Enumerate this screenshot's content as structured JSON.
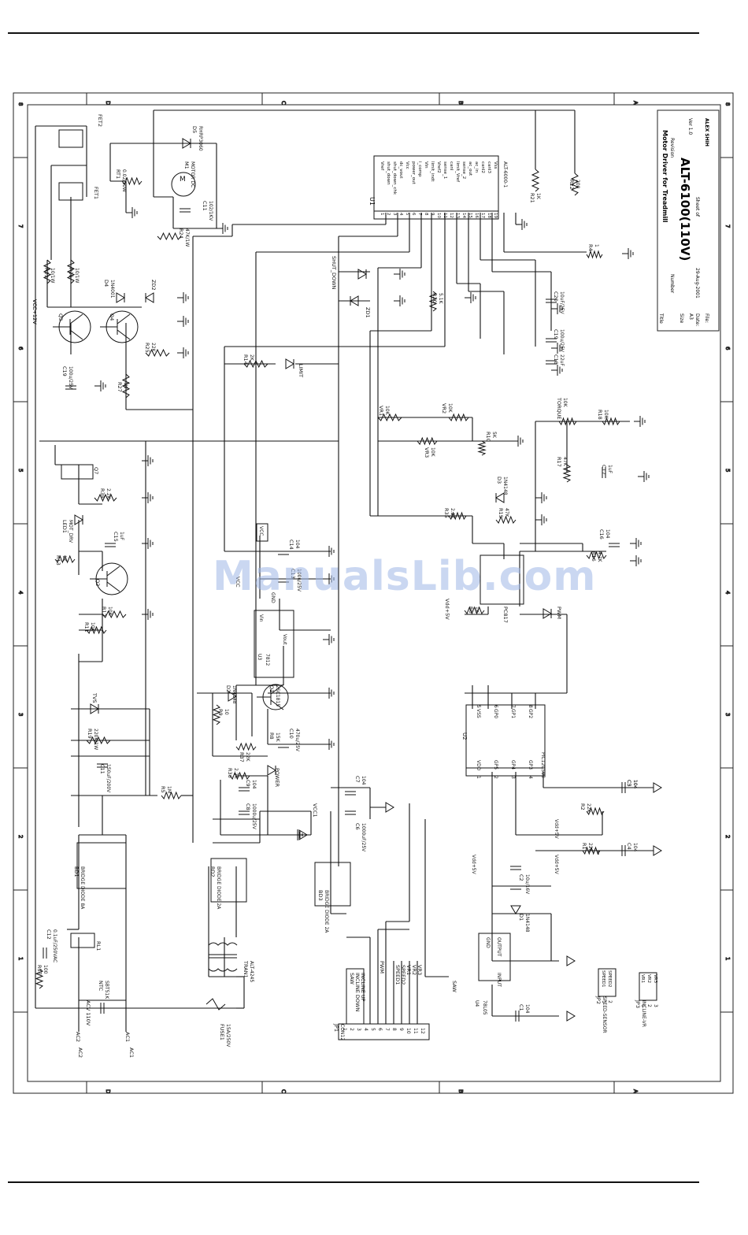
{
  "page": {
    "watermark": "ManualsLib.com"
  },
  "title_block": {
    "title_label": "Title",
    "title": "Motor Driver for Treadmill",
    "model": "ALT-6100(110V)",
    "number_label": "Number",
    "revision_label": "Revision",
    "revision": "Ver 1.0",
    "size_label": "Size",
    "size": "A3",
    "date_label": "Date:",
    "date": "29-Aug-2001",
    "sheet_label": "Sheet of",
    "file_label": "File:",
    "drawn_by": "ALEX SHIH"
  },
  "zone_letters": [
    "A",
    "B",
    "C",
    "D"
  ],
  "zone_numbers": [
    "1",
    "2",
    "3",
    "4",
    "5",
    "6",
    "7",
    "8"
  ],
  "ic_u1": {
    "ref": "U1",
    "part": "ALT-6000-1",
    "pins": [
      "Vref",
      "shut_down",
      "shut_down_chk",
      "dc_vout",
      "Vcc",
      "power_out",
      "i_comp",
      "Vin",
      "limit_indt",
      "Vref2",
      "sense_1",
      "canI",
      "limit_Vref",
      "sense_2",
      "ac_out",
      "ac_in",
      "canI2",
      "canI3",
      "Vss"
    ]
  },
  "ic_u2": {
    "ref": "U2",
    "part": "PIC12C508",
    "pins": [
      "VDD",
      "GP5",
      "GP4",
      "GP3",
      "VSS",
      "GP0",
      "GP1",
      "GP2"
    ]
  },
  "ic_u3": {
    "ref": "U3",
    "part": "7812",
    "pins": [
      "Vin",
      "Vout",
      "GND"
    ]
  },
  "ic_u4": {
    "ref": "U4",
    "part": "78L05",
    "pins": [
      "INPUT",
      "OUTPUT",
      "GND"
    ]
  },
  "components": [
    {
      "ref": "FET2",
      "value": ""
    },
    {
      "ref": "FET1",
      "value": ""
    },
    {
      "ref": "D5",
      "value": "RHRP3060"
    },
    {
      "ref": "M1",
      "value": "MOTOR DC"
    },
    {
      "ref": "RT1",
      "value": "0.02/10W"
    },
    {
      "ref": "C11",
      "value": "102/1KV"
    },
    {
      "ref": "R24",
      "value": "47K/1W"
    },
    {
      "ref": "R21",
      "value": "1K"
    },
    {
      "ref": "R22",
      "value": "200"
    },
    {
      "ref": "R23",
      "value": "10/1W"
    },
    {
      "ref": "R26",
      "value": "10/1W"
    },
    {
      "ref": "D4",
      "value": "1N4001"
    },
    {
      "ref": "ZD2",
      "value": ""
    },
    {
      "ref": "Q3",
      "value": ""
    },
    {
      "ref": "Q4",
      "value": ""
    },
    {
      "ref": "R25",
      "value": "22K"
    },
    {
      "ref": "C19",
      "value": "100u/25V"
    },
    {
      "ref": "R27",
      "value": "1K"
    },
    {
      "ref": "VCC+12V",
      "value": ""
    },
    {
      "ref": "SHUT_DOWN",
      "value": ""
    },
    {
      "ref": "ZD1",
      "value": ""
    },
    {
      "ref": "R20",
      "value": "5.1K"
    },
    {
      "ref": "C20",
      "value": "10uF/25V"
    },
    {
      "ref": "C19b",
      "value": "100u/25V"
    },
    {
      "ref": "C18",
      "value": "22uF"
    },
    {
      "ref": "R4",
      "value": "1"
    },
    {
      "ref": "R14",
      "value": "2K"
    },
    {
      "ref": "LIMIT",
      "value": ""
    },
    {
      "ref": "VR1",
      "value": "10K"
    },
    {
      "ref": "VR2",
      "value": "10K"
    },
    {
      "ref": "VR3",
      "value": "10K"
    },
    {
      "ref": "R10",
      "value": "5K"
    },
    {
      "ref": "TORQUE",
      "value": "10K"
    },
    {
      "ref": "R18",
      "value": "10K"
    },
    {
      "ref": "R17",
      "value": "47K"
    },
    {
      "ref": "C17",
      "value": "1uF"
    },
    {
      "ref": "Q7",
      "value": ""
    },
    {
      "ref": "R38",
      "value": "2.2K"
    },
    {
      "ref": "LED1",
      "value": "MOT_DRV"
    },
    {
      "ref": "C15",
      "value": "1uF"
    },
    {
      "ref": "R13",
      "value": "1K"
    },
    {
      "ref": "Q2",
      "value": ""
    },
    {
      "ref": "R12",
      "value": "10K"
    },
    {
      "ref": "R11",
      "value": "10K"
    },
    {
      "ref": "D3",
      "value": "1N4148"
    },
    {
      "ref": "R15",
      "value": "47K"
    },
    {
      "ref": "R35",
      "value": "2.2K"
    },
    {
      "ref": "C16",
      "value": "104"
    },
    {
      "ref": "R16",
      "value": "4.7K"
    },
    {
      "ref": "PC817",
      "value": ""
    },
    {
      "ref": "PWM",
      "value": ""
    },
    {
      "ref": "R6",
      "value": "1K"
    },
    {
      "ref": "C14",
      "value": "104"
    },
    {
      "ref": "C13",
      "value": "100u/25V"
    },
    {
      "ref": "TVS",
      "value": ""
    },
    {
      "ref": "R19",
      "value": "220K/1W"
    },
    {
      "ref": "C11b",
      "value": "150uF/200V"
    },
    {
      "ref": "R5",
      "value": "1M"
    },
    {
      "ref": "D2",
      "value": "1N4148"
    },
    {
      "ref": "Q1",
      "value": "2SC1815"
    },
    {
      "ref": "R9",
      "value": "10"
    },
    {
      "ref": "R8",
      "value": "15K"
    },
    {
      "ref": "C10",
      "value": "470u/25V"
    },
    {
      "ref": "R36",
      "value": "2.2K"
    },
    {
      "ref": "R37",
      "value": "22K"
    },
    {
      "ref": "POWER",
      "value": ""
    },
    {
      "ref": "C9",
      "value": "104"
    },
    {
      "ref": "C8",
      "value": "1000u/25V"
    },
    {
      "ref": "C7",
      "value": "104"
    },
    {
      "ref": "C6",
      "value": "1000uF/25V"
    },
    {
      "ref": "BD1",
      "value": "BRIDGE DIODE 8A"
    },
    {
      "ref": "BD2",
      "value": "BRIDGE DIODE 2A"
    },
    {
      "ref": "BD3",
      "value": "BRIDGE DIODE 2A"
    },
    {
      "ref": "RL1",
      "value": ""
    },
    {
      "ref": "C12",
      "value": "0.1uF/250VAC"
    },
    {
      "ref": "R37b",
      "value": "100"
    },
    {
      "ref": "TRAN1",
      "value": "ALT-4245"
    },
    {
      "ref": "FUSE1",
      "value": "15A/250V"
    },
    {
      "ref": "NTC",
      "value": "SBT51K"
    },
    {
      "ref": "AC1",
      "value": ""
    },
    {
      "ref": "AC2",
      "value": ""
    },
    {
      "ref": "C5",
      "value": "104"
    },
    {
      "ref": "R2",
      "value": "22K"
    },
    {
      "ref": "R1",
      "value": "22K"
    },
    {
      "ref": "C4",
      "value": "104"
    },
    {
      "ref": "C3",
      "value": "104"
    },
    {
      "ref": "C2",
      "value": "10u/16V"
    },
    {
      "ref": "D1",
      "value": "1N4148"
    },
    {
      "ref": "C1",
      "value": "104"
    },
    {
      "ref": "JP1",
      "value": "CON12"
    },
    {
      "ref": "JP2",
      "value": "SPEED-SENSOR"
    },
    {
      "ref": "JP3",
      "value": "INCLINE-VR"
    }
  ],
  "net_labels": [
    "VCC",
    "VCC1",
    "Vdd+5V",
    "VCC+12V",
    "AC1",
    "AC2",
    "ACV 110V",
    "SAW",
    "INCLINE DOWN",
    "INCLINE UP",
    "PWM",
    "SPEED1",
    "SPEED2",
    "VR1",
    "VR2",
    "VR3"
  ],
  "connectors": {
    "jp1_pins": [
      "1",
      "2",
      "3",
      "4",
      "5",
      "6",
      "7",
      "8",
      "9",
      "10",
      "11",
      "12"
    ],
    "jp1_signals": [
      "SAW",
      "INCLINE DOWN",
      "INCLINE UP",
      "PWM",
      "SPEED1",
      "SPEED2",
      "VR1",
      "VR2",
      "VR3"
    ],
    "jp2_pins": [
      "1",
      "2"
    ],
    "jp2_signals": [
      "SPEED1",
      "SPEED2"
    ],
    "jp3_pins": [
      "1",
      "2",
      "3"
    ],
    "jp3_signals": [
      "VR1",
      "VR2",
      "VR3"
    ]
  }
}
